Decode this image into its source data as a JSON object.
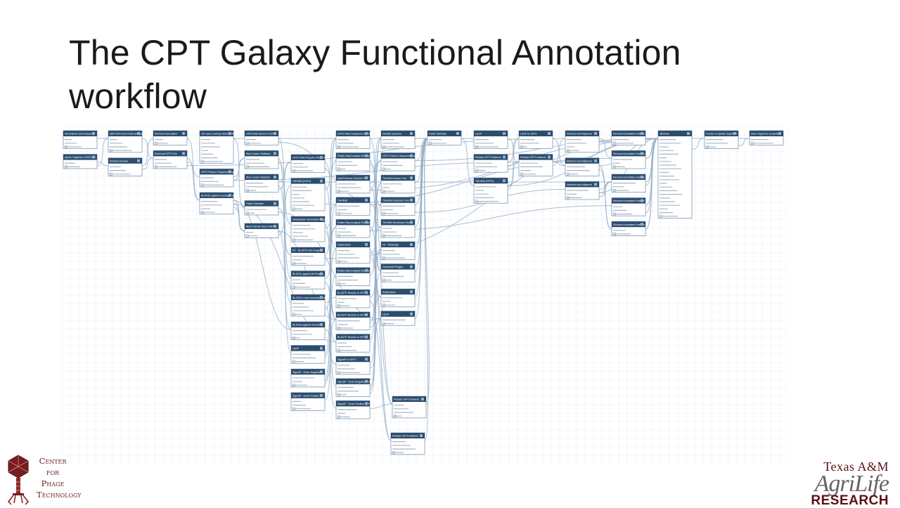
{
  "slide": {
    "title_line1": "The CPT Galaxy Functional Annotation",
    "title_line2": "workflow"
  },
  "colors": {
    "node_header": "#2c4d6e",
    "node_border": "#7f98b2",
    "edge": "#8fa9c4",
    "grid": "#e6edf4",
    "maroon": "#5b0f16"
  },
  "logo_left": {
    "line1": "Center",
    "line2": "for",
    "line3": "Phage",
    "line4": "Technology",
    "icon": "phage-capsid-icon"
  },
  "logo_right": {
    "line1": "Texas A&M",
    "line2": "AgriLife",
    "line3": "RESEARCH"
  },
  "workflow": {
    "columns": [
      {
        "nodes": [
          [
            "Annotations and Sequence",
            3
          ],
          [
            "Apollo Organism JSON File",
            2
          ]
        ]
      },
      {
        "nodes": [
          [
            "Split GFF3 and Fasta and gaffs",
            4
          ],
          [
            "Retrieve Browse",
            3
          ]
        ]
      },
      {
        "nodes": [
          [
            "Remove Description",
            2
          ],
          [
            "Reformat GFF3 File",
            3
          ]
        ]
      },
      {
        "nodes": [
          [
            "Get open reading frames (ORFs) or coding sequences (CDSs)",
            7
          ],
          [
            "GFF3 Feature Sequence Export",
            3
          ],
          [
            "BLASTp against nr phages and bacteria",
            4
          ]
        ]
      },
      {
        "nodes": [
          [
            "GFF3 Add Genes to CDS",
            2
          ],
          [
            "Start Codon Statistics",
            3
          ],
          [
            "Stop Codon Statistics",
            3
          ],
          [
            "Fasta Translate",
            2
          ],
          [
            "Blast Tabular Docs Filter",
            2
          ]
        ]
      },
      {
        "nodes": [
          [
            "GFF3 Filter Require Phage Start",
            3
          ],
          [
            "TMHMM (GFF3)",
            7
          ],
          [
            "Intraphasee Summarise Glyph",
            5
          ],
          [
            "NT - BLASTn and phage",
            3
          ],
          [
            "BLASTp against All Phages",
            3
          ],
          [
            "BLASTp Local canonical phages database",
            4
          ],
          [
            "BLASTp against TaxonDB",
            3
          ],
          [
            "LipoP",
            3
          ],
          [
            "SignalP - Gram Negative",
            3
          ],
          [
            "SignalP - Gram Positive",
            3
          ]
        ]
      },
      {
        "nodes": [
          [
            "GFF3 Filter Sequence Export",
            3
          ],
          [
            "Relate Map Analysis Results",
            3
          ],
          [
            "InterProScan Genome Tool",
            3
          ],
          [
            "TMHMM",
            3
          ],
          [
            "Relate Map Analysis Results",
            3
          ],
          [
            "Antiphobius",
            4
          ],
          [
            "Relate Map Analysis Results",
            3
          ],
          [
            "BLASTP Results to GFF3",
            3
          ],
          [
            "BLASTP Results to GFF3",
            3
          ],
          [
            "BLASTP Results to GFF3",
            3
          ],
          [
            "SignalP to GFF3",
            3
          ],
          [
            "SignalP - Gram Negative GFF3",
            3
          ],
          [
            "SignalP - Gram Positive GFF3",
            3
          ]
        ]
      },
      {
        "nodes": [
          [
            "Identify Lipobxes",
            3
          ],
          [
            "GFF3 Feature Sequence Export",
            3
          ],
          [
            "TMHMM Access Tool",
            3
          ],
          [
            "TMHMM Extension Tool",
            3
          ],
          [
            "TMHMM Membrane Sheet",
            3
          ],
          [
            "NT - AFlphage",
            3
          ],
          [
            "Canonical Phages",
            3
          ],
          [
            "Antiphobius",
            3
          ],
          [
            "LipoP",
            2
          ],
          [
            "Rebase GFF3 features",
            4
          ],
          [
            "Rebase GFF3 features",
            4
          ]
        ]
      },
      {
        "nodes": [
          [
            "Fasta Translate",
            2
          ]
        ]
      },
      {
        "nodes": [
          [
            "LipoP",
            3
          ],
          [
            "Rebase GFF3 features",
            3
          ],
          [
            "TMHMM (GFF3)",
            5
          ]
        ]
      },
      {
        "nodes": [
          [
            "LipoP to GFF3",
            3
          ],
          [
            "Rebase GFF3 features",
            4
          ]
        ]
      },
      {
        "nodes": [
          [
            "Intersect and Adjacent",
            4
          ],
          [
            "Intersect and Adjacent",
            3
          ],
          [
            "Intersect and Adjacent",
            3
          ]
        ]
      },
      {
        "nodes": [
          [
            "Remove Annotation Feature",
            2
          ],
          [
            "Remove Annotation Feature",
            3
          ],
          [
            "Remove Annotation Feature",
            3
          ],
          [
            "Remove Annotation Feature",
            3
          ],
          [
            "Remove Annotation Feature",
            2
          ]
        ]
      },
      {
        "nodes": [
          [
            "JBrowse",
            22
          ]
        ]
      },
      {
        "nodes": [
          [
            "Create or Update Organism",
            3
          ]
        ]
      },
      {
        "nodes": [
          [
            "Save Organism to Apollo",
            2
          ]
        ]
      }
    ]
  }
}
